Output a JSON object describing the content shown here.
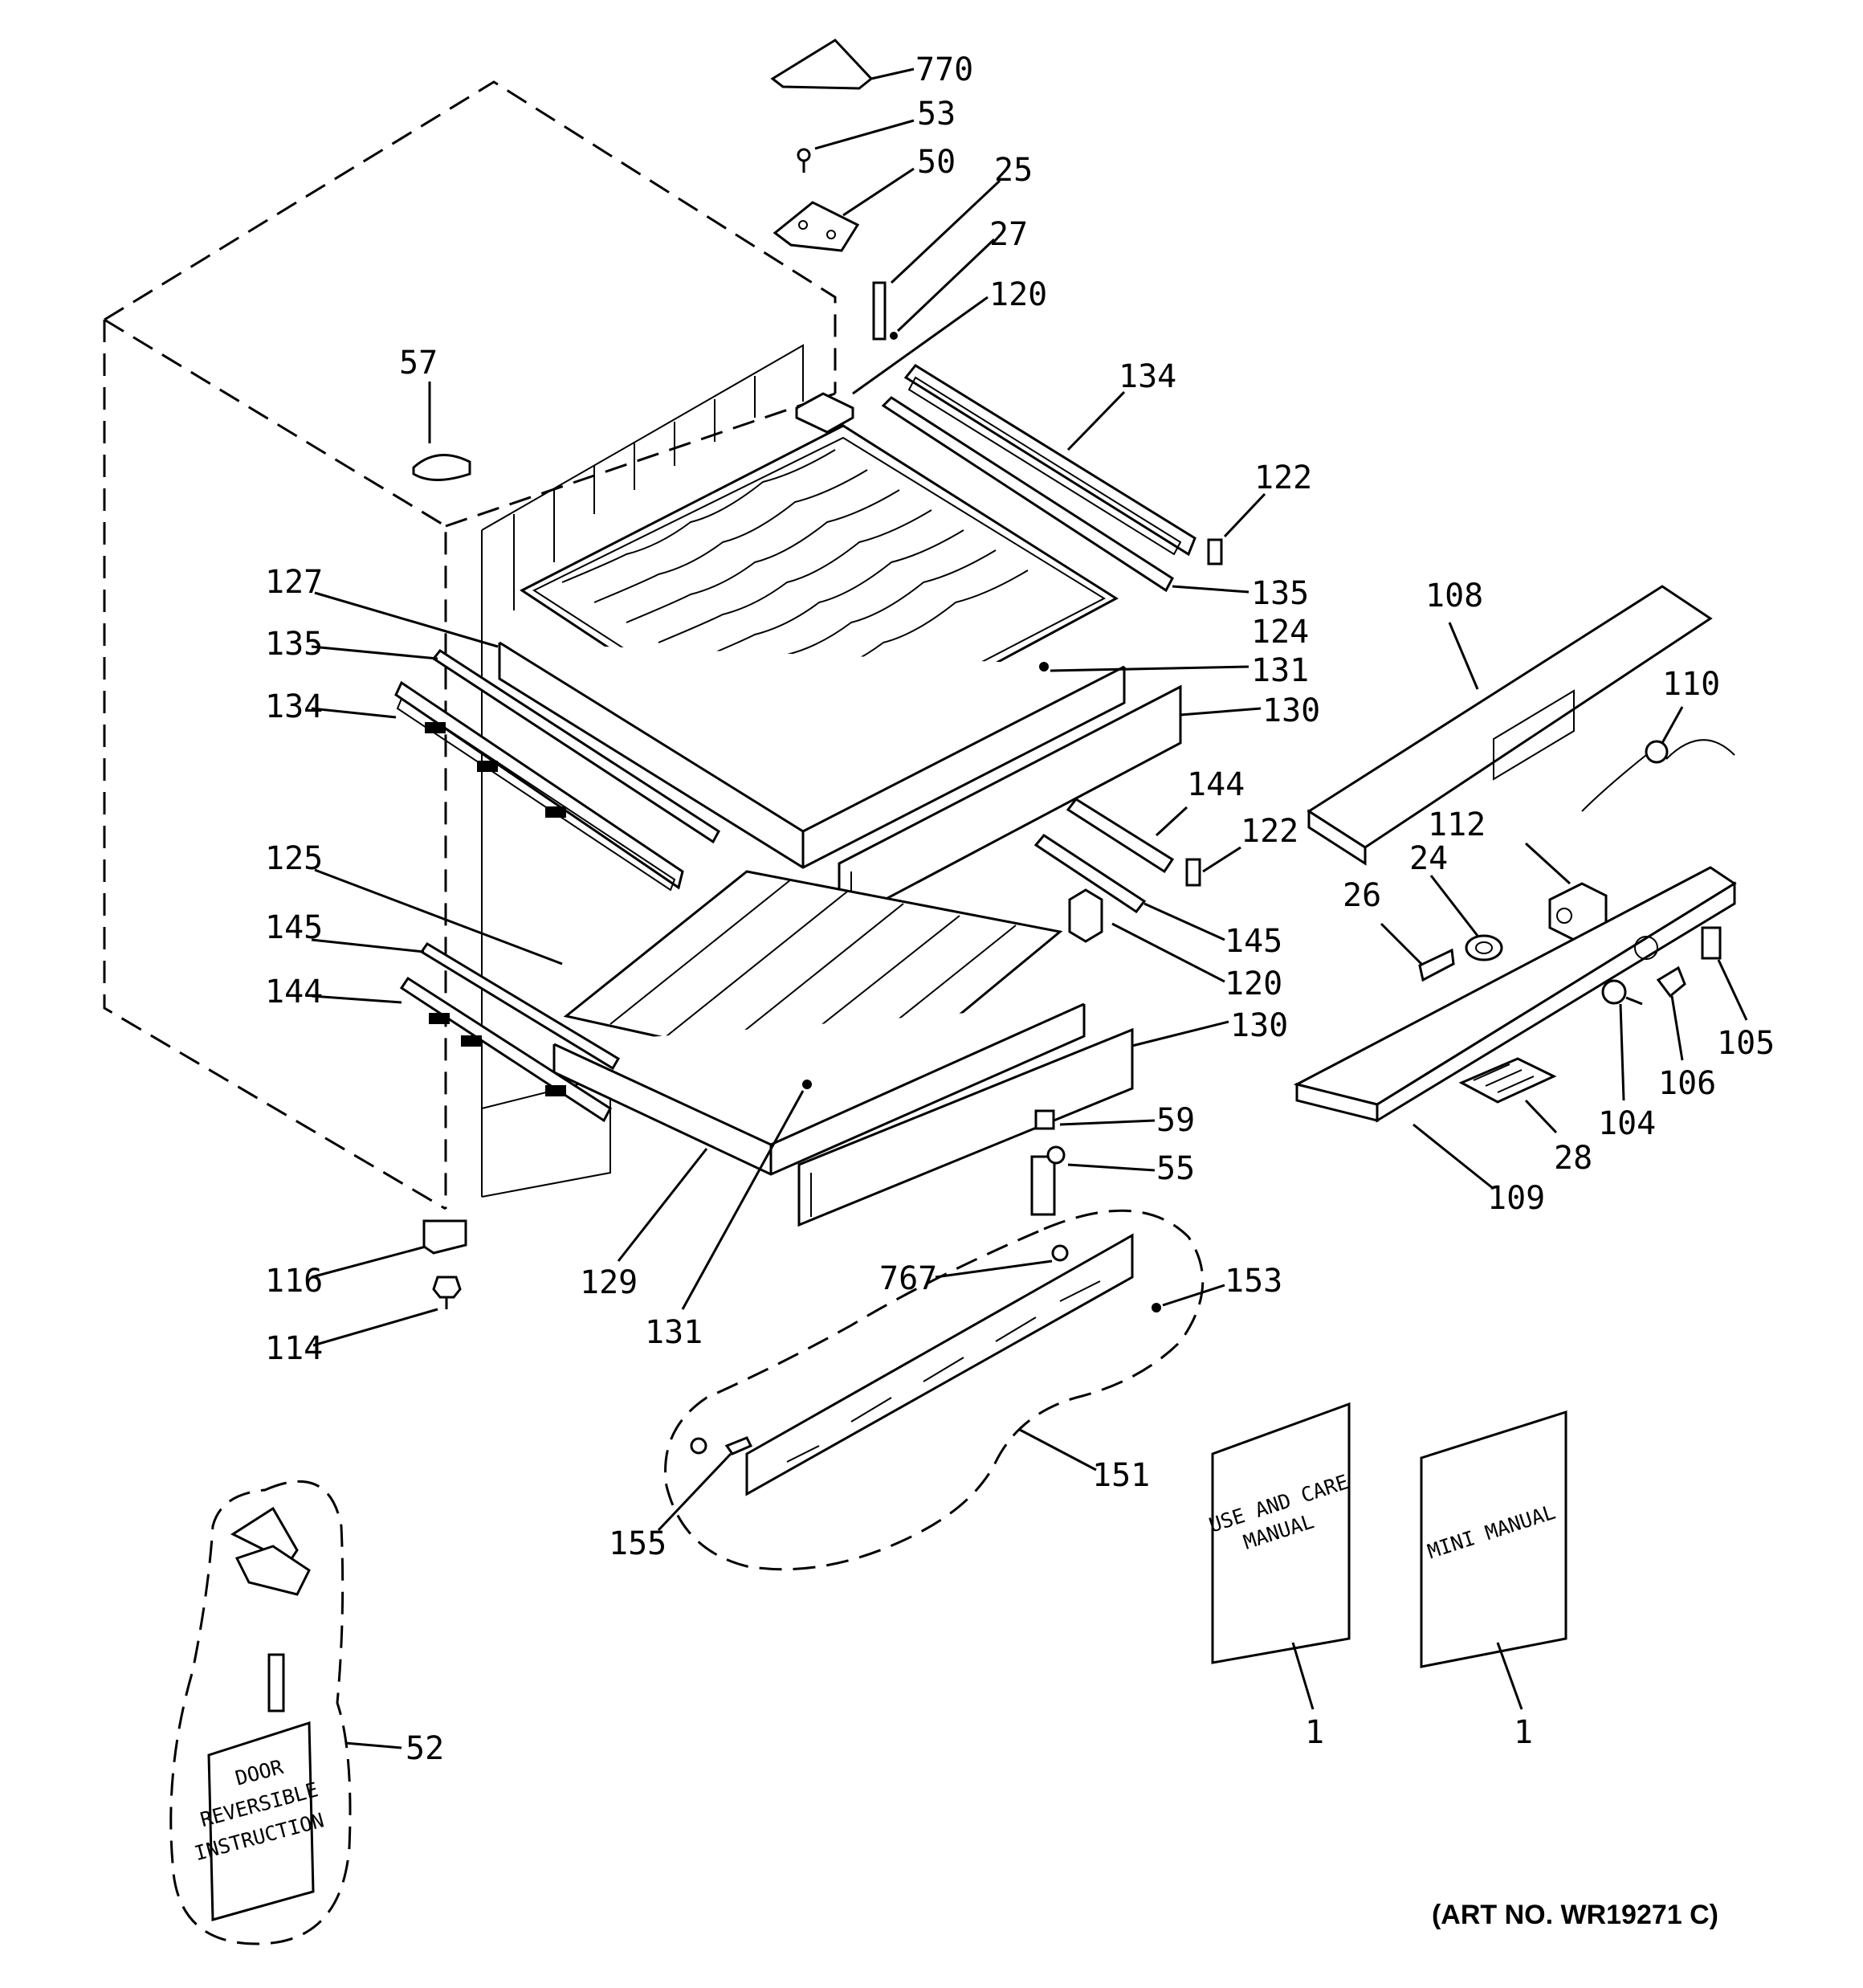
{
  "callouts": [
    {
      "id": "770"
    },
    {
      "id": "53"
    },
    {
      "id": "50"
    },
    {
      "id": "25"
    },
    {
      "id": "27"
    },
    {
      "id": "120"
    },
    {
      "id": "57"
    },
    {
      "id": "134"
    },
    {
      "id": "122"
    },
    {
      "id": "135"
    },
    {
      "id": "124"
    },
    {
      "id": "131"
    },
    {
      "id": "130"
    },
    {
      "id": "127"
    },
    {
      "id": "135"
    },
    {
      "id": "134"
    },
    {
      "id": "144"
    },
    {
      "id": "122"
    },
    {
      "id": "145"
    },
    {
      "id": "120"
    },
    {
      "id": "125"
    },
    {
      "id": "145"
    },
    {
      "id": "144"
    },
    {
      "id": "130"
    },
    {
      "id": "108"
    },
    {
      "id": "110"
    },
    {
      "id": "112"
    },
    {
      "id": "24"
    },
    {
      "id": "26"
    },
    {
      "id": "105"
    },
    {
      "id": "106"
    },
    {
      "id": "104"
    },
    {
      "id": "28"
    },
    {
      "id": "109"
    },
    {
      "id": "59"
    },
    {
      "id": "55"
    },
    {
      "id": "116"
    },
    {
      "id": "114"
    },
    {
      "id": "129"
    },
    {
      "id": "131"
    },
    {
      "id": "767"
    },
    {
      "id": "153"
    },
    {
      "id": "151"
    },
    {
      "id": "155"
    },
    {
      "id": "52"
    },
    {
      "id": "1"
    },
    {
      "id": "1"
    }
  ],
  "literature": {
    "use_and_care": [
      "USE AND CARE",
      "MANUAL"
    ],
    "mini_manual": "MINI MANUAL",
    "door_instruction": [
      "DOOR",
      "REVERSIBLE",
      "INSTRUCTION"
    ]
  },
  "art_number": "(ART NO. WR19271 C)"
}
